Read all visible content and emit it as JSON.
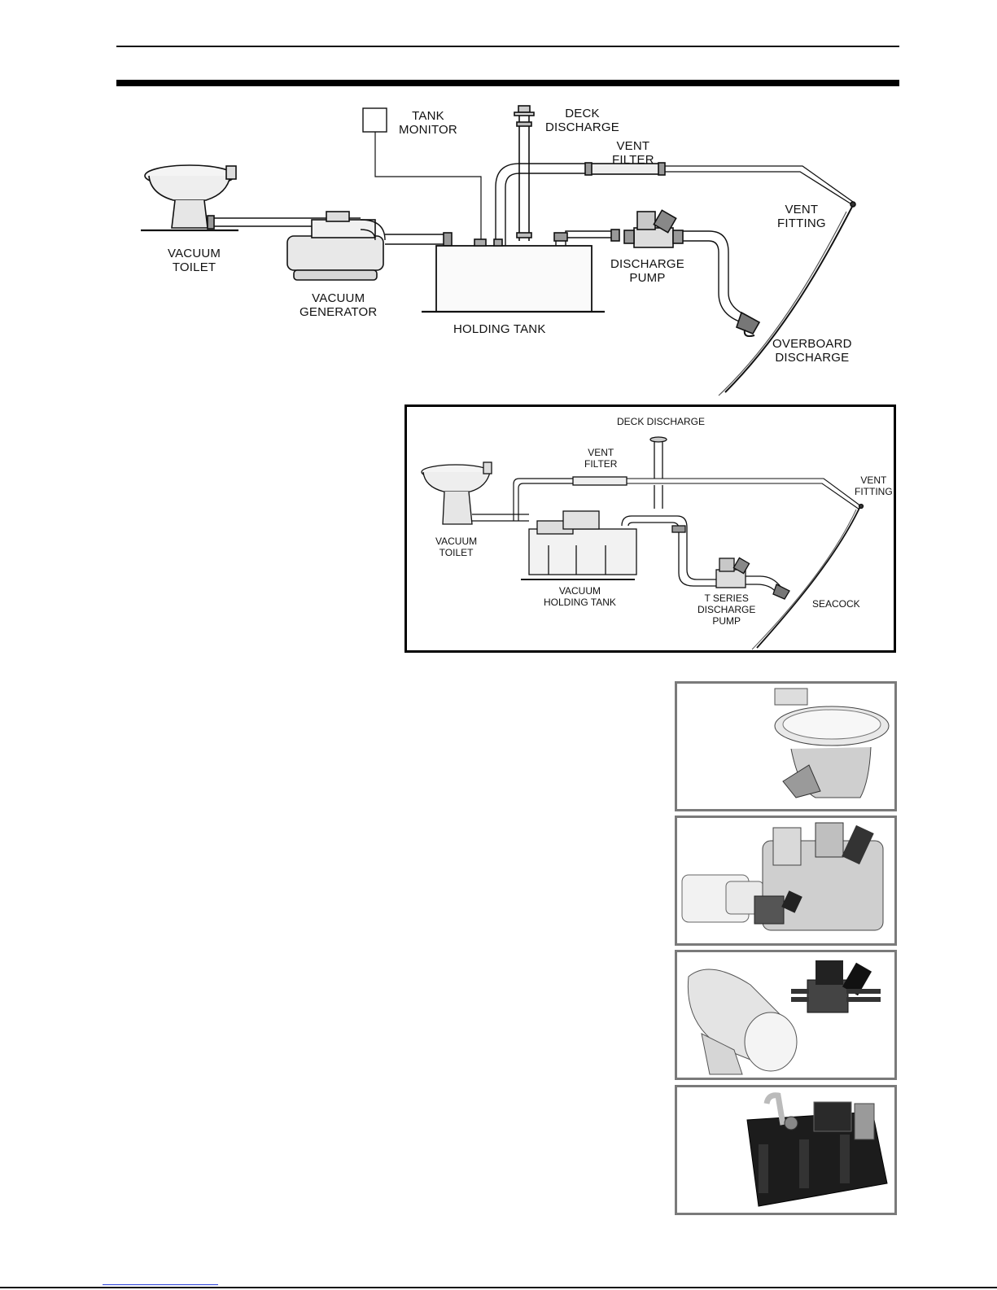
{
  "diagram_top": {
    "labels": {
      "tank_monitor": [
        "TANK",
        "MONITOR"
      ],
      "deck_discharge": [
        "DECK",
        "DISCHARGE"
      ],
      "vent_filter": [
        "VENT",
        "FILTER"
      ],
      "vent_fitting": [
        "VENT",
        "FITTING"
      ],
      "vacuum_toilet": [
        "VACUUM",
        "TOILET"
      ],
      "vacuum_generator": [
        "VACUUM",
        "GENERATOR"
      ],
      "holding_tank": "HOLDING TANK",
      "discharge_pump": [
        "DISCHARGE",
        "PUMP"
      ],
      "overboard_discharge": [
        "OVERBOARD",
        "DISCHARGE"
      ]
    }
  },
  "diagram_boxed": {
    "labels": {
      "deck_discharge": "DECK DISCHARGE",
      "vent_filter": [
        "VENT",
        "FILTER"
      ],
      "vent_fitting": [
        "VENT",
        "FITTING"
      ],
      "vacuum_toilet": [
        "VACUUM",
        "TOILET"
      ],
      "vacuum_holding_tank": [
        "VACUUM",
        "HOLDING TANK"
      ],
      "t_series_discharge_pump": [
        "T SERIES",
        "DISCHARGE",
        "PUMP"
      ],
      "seacock": "SEACOCK"
    }
  }
}
